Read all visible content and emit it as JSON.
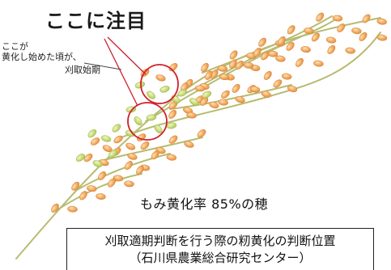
{
  "headline": "ここに注目",
  "note": {
    "line1": "ここが",
    "line2": "黄化し始めた頃が、",
    "line3": "刈取始期"
  },
  "caption": "もみ黄化率 85%の穂",
  "source_box": {
    "line1": "刈取適期判断を行う際の籾黄化の判断位置",
    "line2": "（石川県農業総合研究センター）"
  },
  "colors": {
    "ripe_grain": "#f0a65c",
    "green_grain": "#c9dc7a",
    "stem": "#b9bd73",
    "highlight_circle": "#d0202a"
  }
}
